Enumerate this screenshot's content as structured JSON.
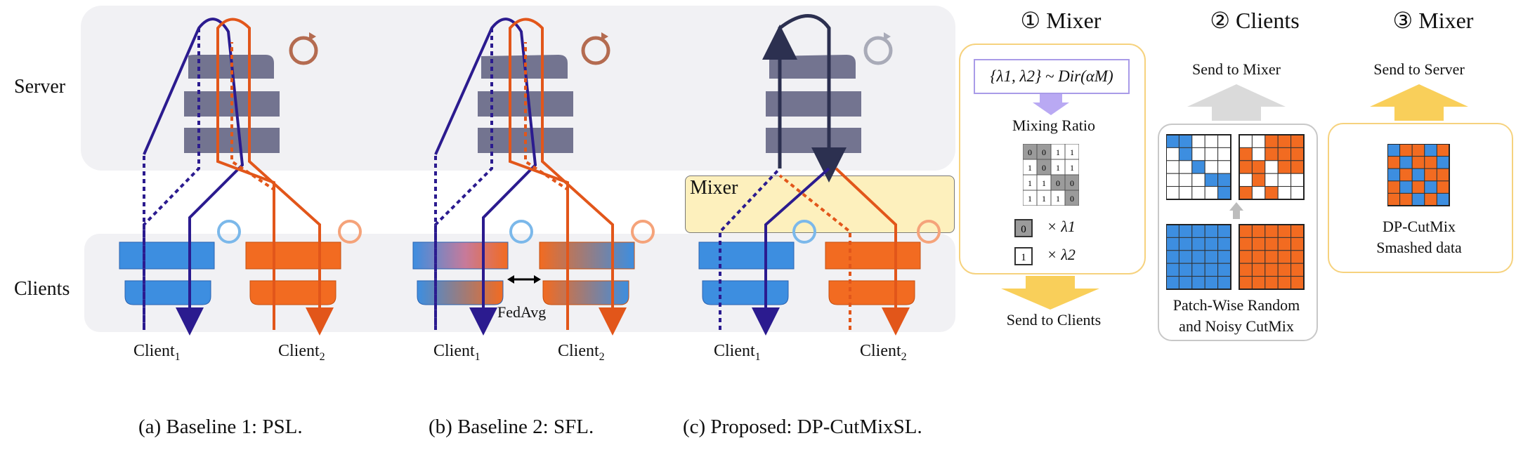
{
  "labels": {
    "server": "Server",
    "clients": "Clients",
    "mixer": "Mixer",
    "fedavg": "FedAvg"
  },
  "clients": {
    "c1": "Client",
    "c1_sub": "1",
    "c2": "Client",
    "c2_sub": "2"
  },
  "captions": {
    "a": "(a) Baseline 1: PSL.",
    "b": "(b) Baseline 2: SFL.",
    "c": "(c) Proposed: DP-CutMixSL."
  },
  "steps": {
    "s1": {
      "title": "① Mixer",
      "formula": "{λ1, λ2} ~ Dir(αM)",
      "mixing_ratio": "Mixing Ratio",
      "legend0": "× λ1",
      "legend1": "× λ2",
      "send": "Send to Clients"
    },
    "s2": {
      "title": "② Clients",
      "send": "Send to Mixer",
      "desc1": "Patch-Wise Random",
      "desc2": "and Noisy CutMix"
    },
    "s3": {
      "title": "③ Mixer",
      "send": "Send to Server",
      "desc1": "DP-CutMix",
      "desc2": "Smashed data"
    }
  },
  "matrix": [
    [
      "0",
      "0",
      "1",
      "1"
    ],
    [
      "1",
      "0",
      "1",
      "1"
    ],
    [
      "1",
      "1",
      "0",
      "0"
    ],
    [
      "1",
      "1",
      "1",
      "0"
    ]
  ],
  "colors": {
    "blue": "#3d8ee0",
    "orange": "#f26b21",
    "navy": "#2b1b8f",
    "server_block": "#737490",
    "mixer_fill": "#fdf0bd",
    "yellow": "#f9cf5a"
  }
}
